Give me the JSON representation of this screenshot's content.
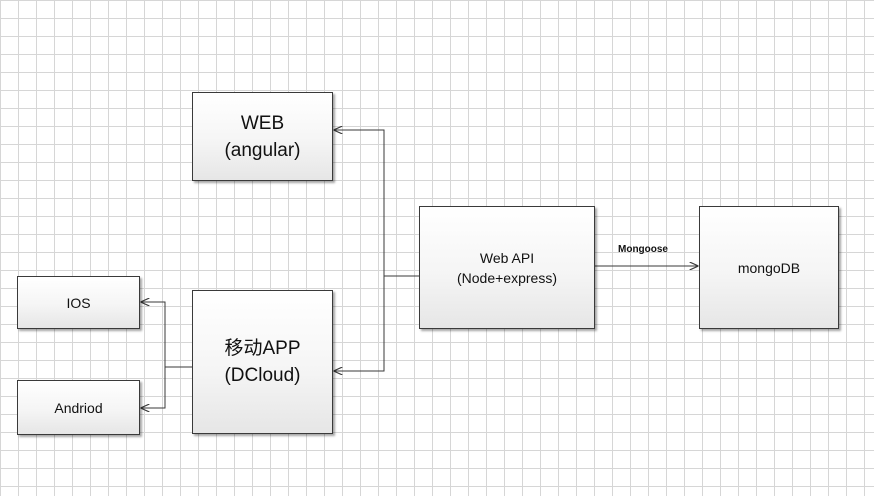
{
  "diagram": {
    "nodes": {
      "web": {
        "lines": [
          "WEB",
          "(angular)"
        ]
      },
      "app": {
        "lines": [
          "移动APP",
          "(DCloud)"
        ]
      },
      "api": {
        "lines": [
          "Web API",
          "(Node+express)"
        ]
      },
      "db": {
        "lines": [
          "mongoDB"
        ]
      },
      "ios": {
        "lines": [
          "IOS"
        ]
      },
      "android": {
        "lines": [
          "Andriod"
        ]
      }
    },
    "edges": [
      {
        "from": "api",
        "to": "web",
        "label": ""
      },
      {
        "from": "api",
        "to": "app",
        "label": ""
      },
      {
        "from": "api",
        "to": "db",
        "label": "Mongoose"
      },
      {
        "from": "app",
        "to": "ios",
        "label": ""
      },
      {
        "from": "app",
        "to": "android",
        "label": ""
      }
    ],
    "colors": {
      "line": "#3a3a3a",
      "border": "#3a3a3a",
      "grid": "#d6d6d6"
    }
  }
}
